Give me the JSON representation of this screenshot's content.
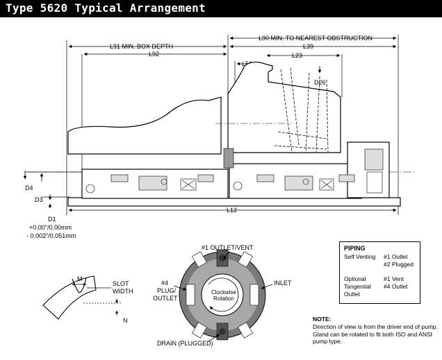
{
  "title": "Type 5620 Typical Arrangement",
  "dimensions": {
    "l90": "L90 MIN. TO NEAREST OBSTRUCTION",
    "l91": "L91 MIN. BOX DEPTH",
    "l39": "L39",
    "l92": "L92",
    "l56": "L56",
    "l23": "L23",
    "d26": "D26",
    "d4": "D4",
    "d3": "D3",
    "d1": "D1",
    "l12": "L12",
    "tol1": "+0.00\"/0.00mm",
    "tol2": "- 0.002\"/0.051mm"
  },
  "slot_detail": {
    "m": "M",
    "slot": "SLOT",
    "width": "WIDTH",
    "n": "N"
  },
  "gland": {
    "outlet_vent": "#1 OUTLET/VENT",
    "inlet": "INLET",
    "plug_line1": "#4",
    "plug_line2": "PLUG/",
    "plug_line3": "OUTLET",
    "drain": "DRAIN (PLUGGED)",
    "rot1": "Clockwise",
    "rot2": "Rotation"
  },
  "piping": {
    "title": "PIPING",
    "self_venting": "Self Venting",
    "sv1": "#1 Outlet",
    "sv2": "#2 Plugged",
    "opt1": "Optional",
    "opt2": "Tangential",
    "opt3": "Outlet",
    "ot1": "#1 Vent",
    "ot2": "#4 Outlet"
  },
  "note": {
    "title": "NOTE:",
    "text": "Direction of view is from the driver end of pump. Gland can be rotated to fit both ISO and ANSI pump type."
  }
}
